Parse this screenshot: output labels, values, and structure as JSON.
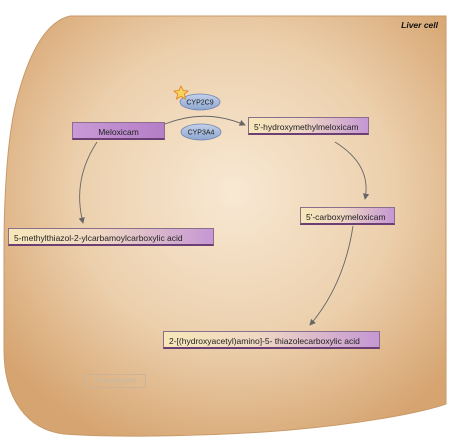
{
  "cell": {
    "label": "Liver cell"
  },
  "enzymes": [
    {
      "id": "cyp2c9",
      "label": "CYP2C9"
    },
    {
      "id": "cyp3a4",
      "label": "CYP3A4"
    }
  ],
  "nodes": {
    "meloxicam": "Meloxicam",
    "hydroxymethyl": "5'-hydroxymethylmeloxicam",
    "methylthiazol": "5-methylthiazol-2-ylcarbamoylcarboxylic acid",
    "carboxy": "5'-carboxymeloxicam",
    "hydroxyacetyl": "2-[(hydroxyacetyl)amino]-5- thiazolecarboxylic acid"
  },
  "watermark": "©PharmGKB",
  "colors": {
    "cell_fill": "#e3bd90",
    "enzyme_fill": "#9cb2d8",
    "star": "#f2b233",
    "node_purple": "#b57ec7"
  }
}
